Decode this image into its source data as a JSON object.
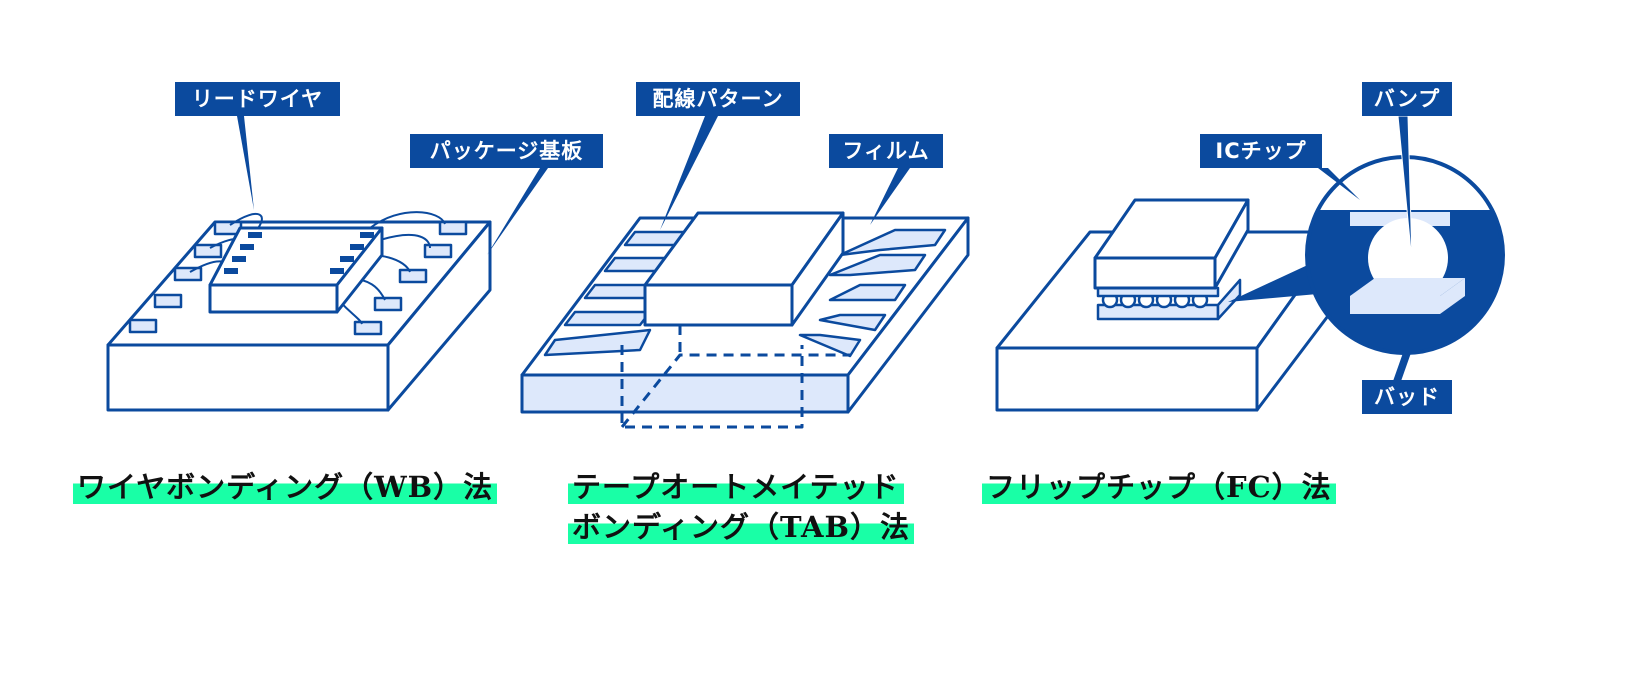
{
  "colors": {
    "line": "#0b4a9e",
    "fill_light": "#dde8fb",
    "highlight": "#19ffa6"
  },
  "labels": {
    "lead_wire": "リードワイヤ",
    "package_substrate": "パッケージ基板",
    "wiring_pattern": "配線パターン",
    "film": "フィルム",
    "ic_chip": "ICチップ",
    "bump": "バンプ",
    "pad": "バッド"
  },
  "captions": {
    "wb": "ワイヤボンディング（WB）法",
    "tab_line1": "テープオートメイテッド",
    "tab_line2": "ボンディング（TAB）法",
    "fc": "フリップチップ（FC）法"
  }
}
